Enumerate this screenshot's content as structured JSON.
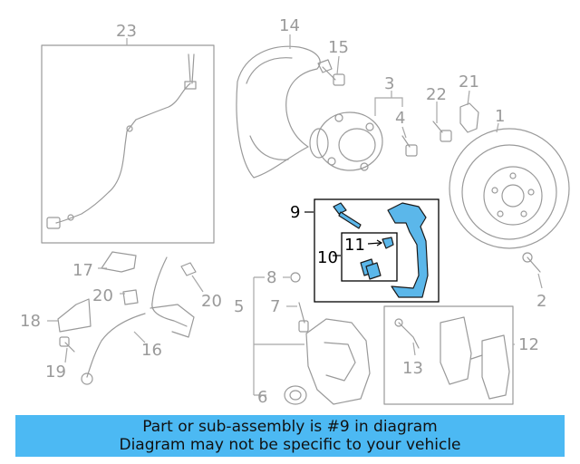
{
  "colors": {
    "highlight": "#5bb7ea",
    "banner": "#4cb9f3",
    "part_line": "#9a9a9a"
  },
  "callouts": {
    "c1": "1",
    "c2": "2",
    "c3": "3",
    "c4": "4",
    "c5": "5",
    "c6": "6",
    "c7": "7",
    "c8": "8",
    "c9": "9",
    "c10": "10",
    "c11": "11",
    "c12": "12",
    "c13": "13",
    "c14": "14",
    "c15": "15",
    "c16": "16",
    "c17": "17",
    "c18": "18",
    "c19": "19",
    "c20a": "20",
    "c20b": "20",
    "c21": "21",
    "c22": "22",
    "c23": "23"
  },
  "highlighted_callouts": [
    "9",
    "10",
    "11"
  ],
  "banner": {
    "line1": "Part or sub-assembly is #9 in diagram",
    "line2": "Diagram may not be specific to your vehicle"
  }
}
